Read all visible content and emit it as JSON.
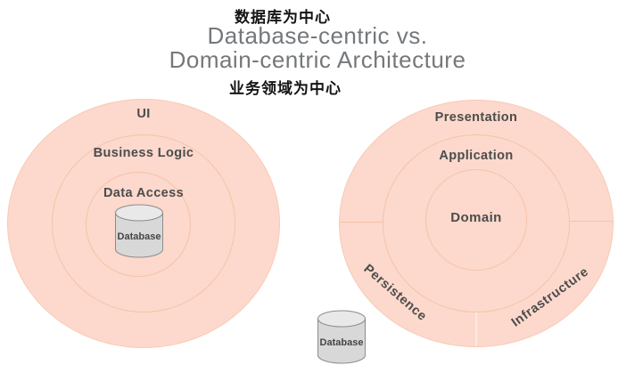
{
  "header": {
    "annotation_top": "数据库为中心",
    "title_line1": "Database-centric vs.",
    "title_line2": "Domain-centric Architecture",
    "annotation_bottom": "业务领域为中心"
  },
  "left_diagram": {
    "type": "concentric-rings",
    "ring_labels": {
      "outer": "UI",
      "middle": "Business Logic",
      "inner": "Data Access"
    },
    "database_label": "Database"
  },
  "right_diagram": {
    "type": "concentric-rings",
    "ring_labels": {
      "outer": "Presentation",
      "middle": "Application",
      "center": "Domain"
    },
    "outer_segments": {
      "bottom_left": "Persistence",
      "bottom_right": "Infrastructure"
    },
    "database_label": "Database"
  },
  "colors": {
    "circle_fill": "#fcd9cc",
    "ring_border": "#f6c2aa",
    "label_text": "#4c4c4c",
    "title_text": "#75787b",
    "annotation_text": "#141414",
    "cylinder_body": "#d8d8d8",
    "cylinder_top": "#e9e9e9",
    "cylinder_stroke": "#8c8c8c"
  }
}
